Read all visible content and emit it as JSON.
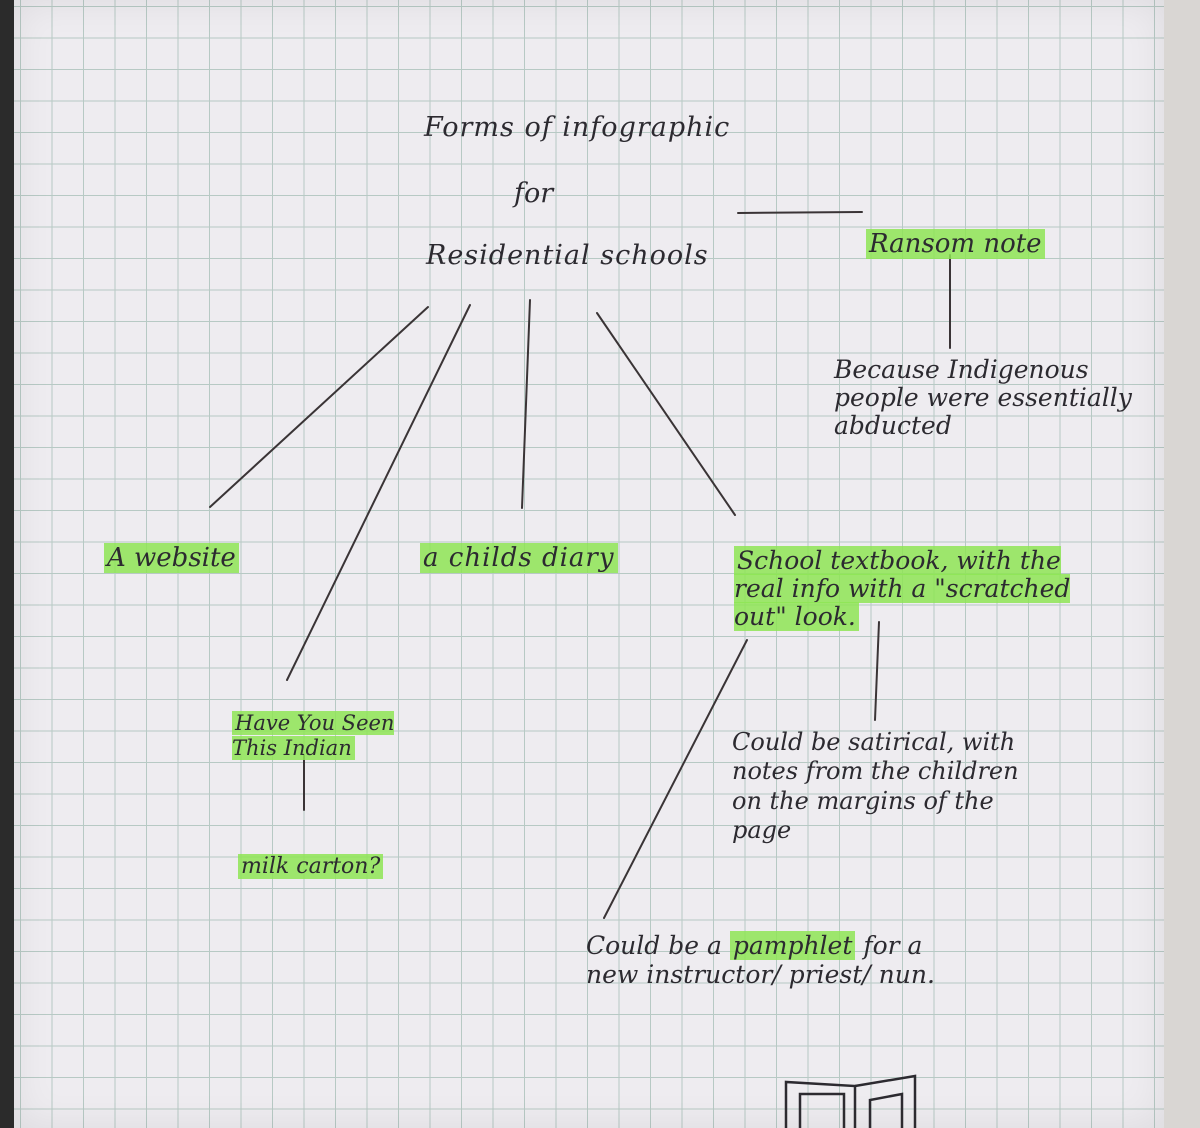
{
  "title": {
    "line1": "Forms of infographic",
    "line2": "for",
    "line3": "Residential schools"
  },
  "nodes": {
    "ransom_note": "Ransom note",
    "ransom_reason": "Because Indigenous\npeople were essentially\nabducted",
    "website": "A website",
    "childs_diary": "a childs diary",
    "textbook": "School textbook, with the\nreal info with a \"scratched\nout\" look.",
    "have_you_seen": "Have You Seen\nThis Indian",
    "milk_carton": "milk carton?",
    "satirical": "Could be satirical, with\nnotes from the children\non the margins of the\npage",
    "pamphlet_pre": "Could be a ",
    "pamphlet_word": "pamphlet",
    "pamphlet_post": " for a\nnew instructor/ priest/ nun."
  },
  "colors": {
    "highlight": "#8ee555",
    "ink": "#2c2a30",
    "grid": "#b7c9c4",
    "paper": "#eeecf0"
  }
}
